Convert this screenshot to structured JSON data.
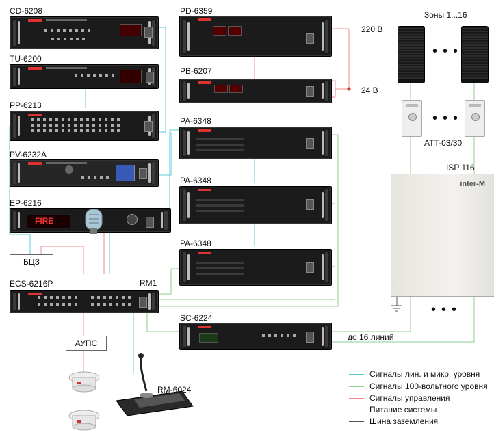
{
  "colors": {
    "signal": "#5fc8d8",
    "hundred_volt": "#8fd08f",
    "control": "#f08c8c",
    "power": "#8080e0",
    "ground": "#555555"
  },
  "devices": {
    "cd": "CD-6208",
    "tu": "TU-6200",
    "pp": "PP-6213",
    "pv": "PV-6232A",
    "ep": "EP-6216",
    "ecs": "ECS-6216P",
    "pd": "PD-6359",
    "pb": "PB-6207",
    "pa1": "PA-6348",
    "pa2": "PA-6348",
    "pa3": "PA-6348",
    "sc": "SC-6224",
    "rm1": "RM1",
    "rm6024": "RM-6024",
    "isp": "ISP 116",
    "att": "ATT-03/30",
    "zones": "Зоны 1...16"
  },
  "boxes": {
    "bcz": "БЦЗ",
    "aups": "АУПС"
  },
  "notes": {
    "v220": "220 В",
    "v24": "24 В",
    "lines16": "до 16 линий",
    "fire": "FIRE",
    "brand": "inter-M"
  },
  "legend": [
    {
      "color": "#5fc8d8",
      "text": "Сигналы лин. и микр. уровня"
    },
    {
      "color": "#8fd08f",
      "text": "Сигналы 100-вольтного уровня"
    },
    {
      "color": "#f08c8c",
      "text": "Сигналы управления"
    },
    {
      "color": "#8080e0",
      "text": "Питание системы"
    },
    {
      "color": "#555555",
      "text": "Шина заземления"
    }
  ]
}
